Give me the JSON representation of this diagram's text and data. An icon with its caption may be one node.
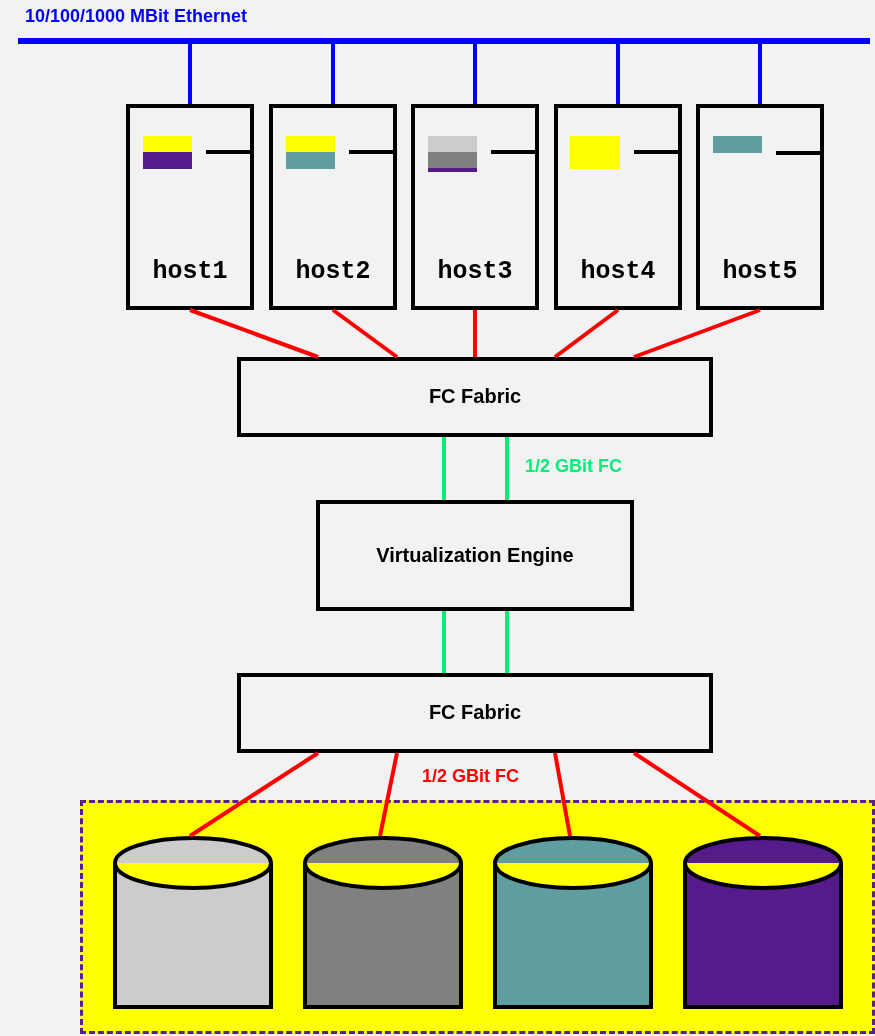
{
  "diagram": {
    "nodes": [
      {
        "text": [],
        "shape": "bar",
        "beside": [
          "10/100/1000 MBit Ethernet"
        ]
      },
      {
        "text": [
          "host1"
        ]
      },
      {
        "text": [
          "host2"
        ]
      },
      {
        "text": [
          "host3"
        ]
      },
      {
        "text": [
          "host4"
        ]
      },
      {
        "text": [
          "host5"
        ]
      },
      {
        "text": [
          "FC Fabric"
        ]
      },
      {
        "text": [
          "Virtualization Engine"
        ]
      },
      {
        "text": [
          "FC Fabric"
        ]
      },
      {
        "text": [],
        "shape": "box"
      },
      {
        "text": [],
        "shape": "cylinder",
        "in": 9
      },
      {
        "text": [],
        "shape": "cylinder",
        "in": 9
      },
      {
        "text": [],
        "shape": "cylinder",
        "in": 9
      },
      {
        "text": [],
        "shape": "cylinder",
        "in": 9
      }
    ],
    "edges": [
      {
        "from": 0,
        "to": 1,
        "arrow": "none",
        "color": "#0000ff"
      },
      {
        "from": 0,
        "to": 2,
        "arrow": "none",
        "color": "#0000ff"
      },
      {
        "from": 0,
        "to": 3,
        "arrow": "none",
        "color": "#0000ff"
      },
      {
        "from": 0,
        "to": 4,
        "arrow": "none",
        "color": "#0000ff"
      },
      {
        "from": 0,
        "to": 5,
        "arrow": "none",
        "color": "#0000ff"
      },
      {
        "from": 1,
        "to": 6,
        "arrow": "none"
      },
      {
        "from": 2,
        "to": 6,
        "arrow": "none"
      },
      {
        "from": 3,
        "to": 6,
        "arrow": "none"
      },
      {
        "from": 4,
        "to": 6,
        "arrow": "none"
      },
      {
        "from": 5,
        "to": 6,
        "arrow": "none"
      },
      {
        "from": 6,
        "to": 7,
        "arrow": "none",
        "color": "#00ee77"
      },
      {
        "from": 6,
        "to": 7,
        "arrow": "none",
        "color": "#00ee77",
        "label": "1/2 GBit FC"
      },
      {
        "from": 7,
        "to": 8,
        "arrow": "none",
        "color": "#00ee77"
      },
      {
        "from": 7,
        "to": 8,
        "arrow": "none",
        "color": "#00ee77"
      },
      {
        "from": 8,
        "to": 10,
        "arrow": "none"
      },
      {
        "from": 8,
        "to": 11,
        "arrow": "none",
        "label": "1/2 GBit FC"
      },
      {
        "from": 8,
        "to": 12,
        "arrow": "none"
      },
      {
        "from": 8,
        "to": 13,
        "arrow": "none"
      }
    ]
  }
}
